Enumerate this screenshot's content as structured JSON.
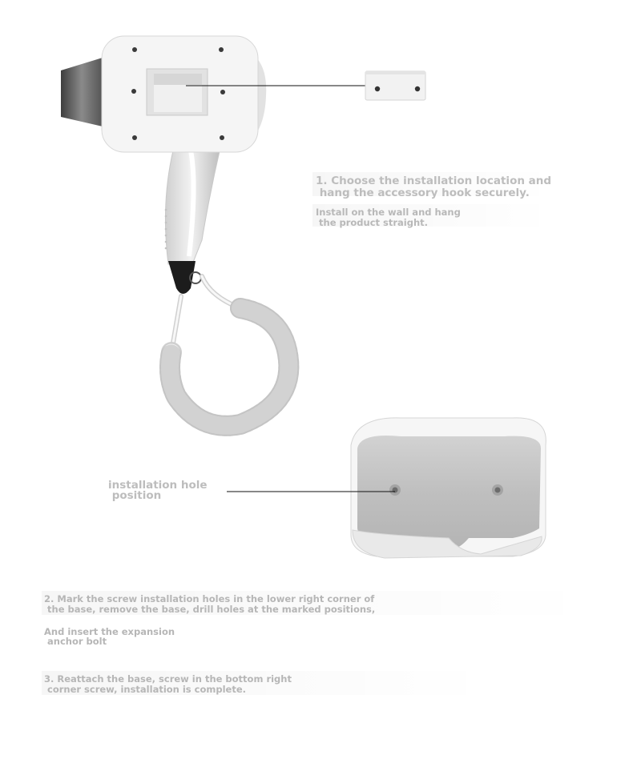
{
  "steps": {
    "step1_title": "1. Choose the installation location and\n hang the accessory hook securely.",
    "step1_detail": "Install on the wall and hang\n the product straight.",
    "hole_label": "installation hole\n position",
    "step2_title": "2. Mark the screw installation holes in the lower right corner of\n the base, remove the base, drill holes at the marked positions,",
    "step2_detail": "And insert the expansion\n anchor bolt",
    "step3_title": "3. Reattach the base, screw in the bottom right\n corner screw, installation is complete."
  },
  "colors": {
    "text_gray": "#bdbdbd",
    "plastic_white": "#f4f4f4",
    "holder_gray": "#c6c6c6",
    "nozzle_dark": "#5c5c5c"
  }
}
